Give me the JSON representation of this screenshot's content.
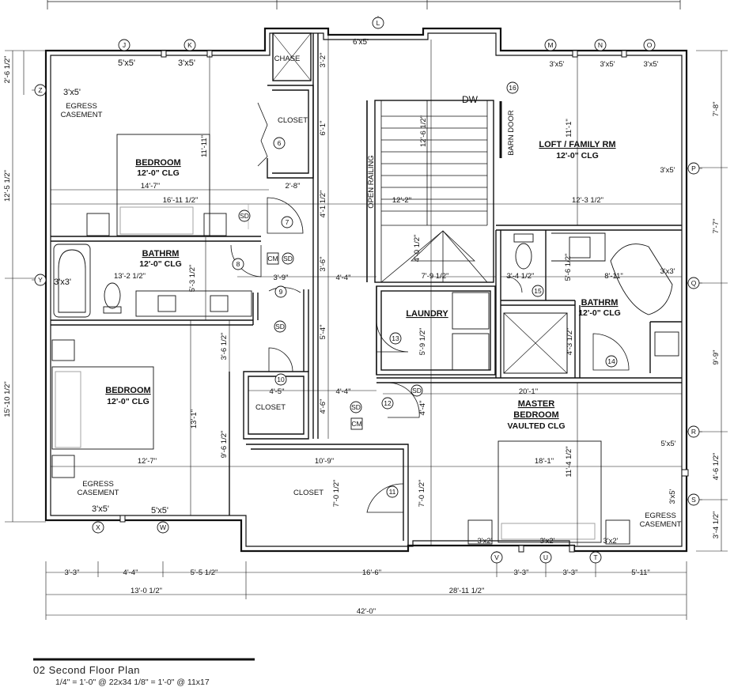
{
  "rooms": {
    "bedroom_nw": {
      "name": "BEDROOM",
      "clg": "12'-0\" CLG"
    },
    "bathrm_w": {
      "name": "BATHRM",
      "clg": "12'-0\" CLG"
    },
    "bedroom_sw": {
      "name": "BEDROOM",
      "clg": "12'-0\" CLG"
    },
    "loft": {
      "name": "LOFT / FAMILY RM",
      "clg": "12'-0\" CLG"
    },
    "bathrm_e": {
      "name": "BATHRM",
      "clg": "12'-0\" CLG"
    },
    "laundry": {
      "name": "LAUNDRY"
    },
    "master": {
      "name1": "MASTER",
      "name2": "BEDROOM",
      "clg": "VAULTED CLG"
    }
  },
  "labels": {
    "chase": "CHASE",
    "closet": "CLOSET",
    "egress": "EGRESS",
    "casement": "CASEMENT",
    "dw": "DW",
    "barn_door": "BARN DOOR",
    "open_railing": "OPEN RAILING",
    "sd": "SD",
    "cm": "CM"
  },
  "windows": {
    "w_5x5_top": "5'x5'",
    "w_3x5_top": "3'x5'",
    "w_3x5_z": "3'x5'",
    "w_3x3_y": "3'x3'",
    "w_6x5": "6'x5'",
    "w_3x5_m": "3'x5'",
    "w_3x5_n": "3'x5'",
    "w_3x5_o": "3'x5'",
    "w_3x5_p": "3'x5'",
    "w_3x3_q": "3'x3'",
    "w_5x5_r": "5'x5'",
    "w_3x5_s": "3'x5'",
    "w_3x5_x": "3'x5'",
    "w_5x5_w": "5'x5'",
    "w_3x2_v": "3'x2'",
    "w_3x2_u": "3'x2'",
    "w_3x2_t": "3'x2'"
  },
  "dims_interior": {
    "d1": "14'-7\"",
    "d2": "16'-11 1/2\"",
    "d3": "11'-11\"",
    "d4": "2'-8\"",
    "d5": "3'-2\"",
    "d6": "6'-1\"",
    "d7": "4'-1 1/2\"",
    "d8": "13'-2 1/2\"",
    "d9": "5'-3 1/2\"",
    "d10": "3'-9\"",
    "d11": "3'-6\"",
    "d12": "4'-4\"",
    "d13": "3'-6 1/2\"",
    "d14": "5'-4\"",
    "d15": "4'-5\"",
    "d16": "4'-4\"",
    "d17": "4'-6\"",
    "d18": "12'-7\"",
    "d19": "13'-1\"",
    "d20": "9'-6 1/2\"",
    "d21": "10'-9\"",
    "d22": "7'-0 1/2\"",
    "d23": "7'-0 1/2\"",
    "d24": "12'-6 1/2\"",
    "d25": "12'-2\"",
    "d26": "4'-0 1/2\"",
    "d27": "7'-9 1/2\"",
    "d28": "5'-9 1/2\"",
    "d29": "4'-4\"",
    "d30": "11'-1\"",
    "d31": "12'-3 1/2\"",
    "d32": "5'-6 1/2\"",
    "d33": "3'-4 1/2\"",
    "d34": "8'-11\"",
    "d35": "4'-3 1/2\"",
    "d36": "20'-1\"",
    "d37": "18'-1\"",
    "d38": "11'-4 1/2\""
  },
  "dims_bottom": {
    "b1": "3'-3\"",
    "b2": "4'-4\"",
    "b3": "5'-5 1/2\"",
    "b4": "16'-6\"",
    "b5": "3'-3\"",
    "b6": "3'-3\"",
    "b7": "5'-11\"",
    "b8": "13'-0 1/2\"",
    "b9": "28'-11 1/2\"",
    "b10": "42'-0\""
  },
  "dims_left": {
    "l1": "2'-6 1/2\"",
    "l2": "12'-5 1/2\"",
    "l3": "15'-10 1/2\""
  },
  "dims_right": {
    "r1": "7'-8\"",
    "r2": "7'-7\"",
    "r3": "9'-9\"",
    "r4": "4'-6 1/2\"",
    "r5": "3'-4 1/2\""
  },
  "grid_tags": {
    "L": "L",
    "J": "J",
    "K": "K",
    "M": "M",
    "N": "N",
    "O": "O",
    "Z": "Z",
    "Y": "Y",
    "P": "P",
    "Q": "Q",
    "R": "R",
    "S": "S",
    "X": "X",
    "W": "W",
    "V": "V",
    "U": "U",
    "T": "T"
  },
  "door_tags": {
    "n6": "6",
    "n7": "7",
    "n8": "8",
    "n9": "9",
    "n10": "10",
    "n11": "11",
    "n12": "12",
    "n13": "13",
    "n14": "14",
    "n15": "15",
    "n16": "16"
  },
  "title": {
    "line1": "02  Second Floor Plan",
    "line2": "1/4\" = 1'-0\" @ 22x34  1/8\" = 1'-0\" @ 11x17"
  }
}
